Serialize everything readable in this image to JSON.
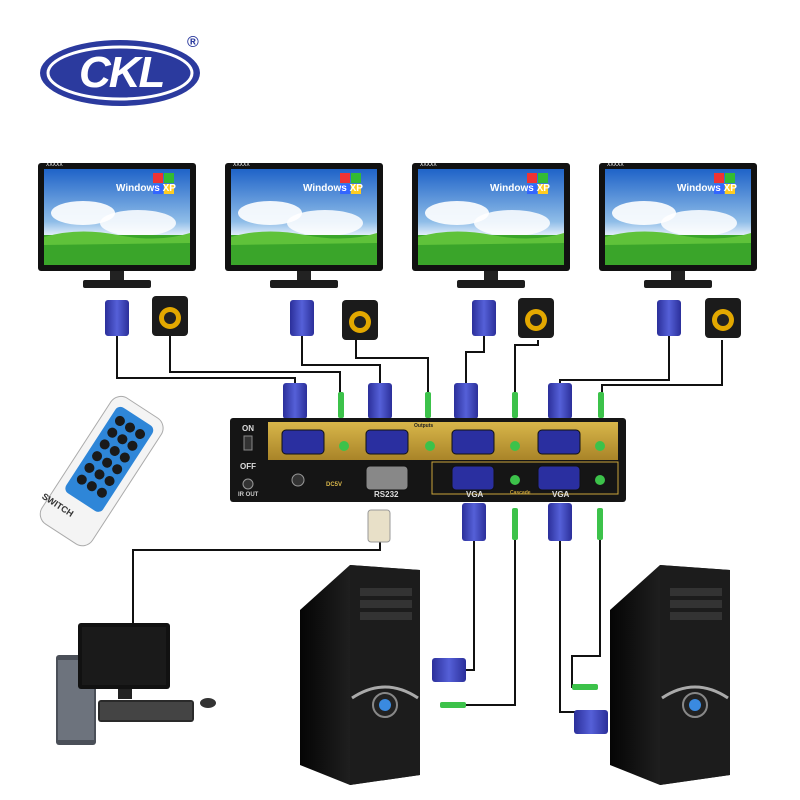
{
  "logo": {
    "text": "CKL",
    "registered": "®",
    "color": "#2b3a9e"
  },
  "monitors": [
    {
      "brand": "XXXXX",
      "os_label": "Windows XP"
    },
    {
      "brand": "XXXXX",
      "os_label": "Windows XP"
    },
    {
      "brand": "XXXXX",
      "os_label": "Windows XP"
    },
    {
      "brand": "XXXXX",
      "os_label": "Windows XP"
    }
  ],
  "device": {
    "on_label": "ON",
    "off_label": "OFF",
    "ir_label": "IR OUT",
    "dc_label": "DC5V",
    "rs232_label": "RS232",
    "vga_label_1": "VGA",
    "vga_label_2": "VGA",
    "cascade_label": "Cascade",
    "top_strip_label": "Outputs"
  },
  "remote": {
    "label": "SWITCH"
  },
  "colors": {
    "vga_blue": "#3a3fb0",
    "audio_green": "#3cc24a",
    "device_gold": "#c9a43a",
    "device_body": "#1a1a1a"
  }
}
